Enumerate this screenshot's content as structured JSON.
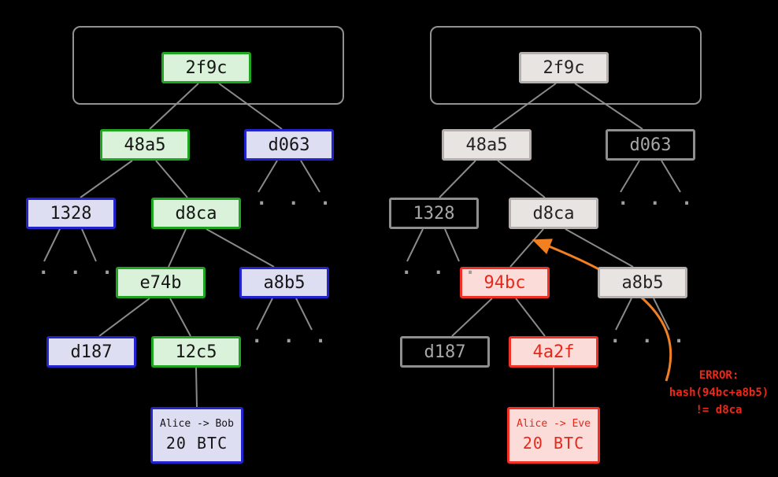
{
  "diagram": {
    "kind": "merkle-tree-comparison",
    "background": "#000000"
  },
  "colors": {
    "green_border": "#1fa51f",
    "green_fill": "#d9f2d9",
    "blue_border": "#2424cf",
    "blue_fill": "#dedef2",
    "gray_border": "#b5b0ae",
    "gray_fill": "#e8e4e2",
    "gray_outline": "#8f8f8f",
    "gray_text": "#a8a8a8",
    "red_border": "#f23126",
    "red_fill": "#fbdcd9",
    "red_text": "#e8271b",
    "edge_line": "#8a8a8a",
    "arrow": "#f28022",
    "error_text": "#ef2718",
    "root_container_border": "#919191"
  },
  "left_tree": {
    "nodes": {
      "root": "2f9c",
      "l1a": "48a5",
      "l1b": "d063",
      "l2a": "1328",
      "l2b": "d8ca",
      "l3a": "e74b",
      "l3b": "a8b5",
      "l4a": "d187",
      "l4b": "12c5"
    },
    "leaf": {
      "tx": "Alice -> Bob",
      "amount": "20 BTC"
    }
  },
  "right_tree": {
    "nodes": {
      "root": "2f9c",
      "l1a": "48a5",
      "l1b": "d063",
      "l2a": "1328",
      "l2b": "d8ca",
      "l3a": "94bc",
      "l3b": "a8b5",
      "l4a": "d187",
      "l4b": "4a2f"
    },
    "leaf": {
      "tx": "Alice -> Eve",
      "amount": "20 BTC"
    }
  },
  "error": {
    "line1": "ERROR:",
    "line2": "hash(94bc+a8b5)",
    "line3": "!= d8ca"
  },
  "misc": {
    "dot": "·"
  }
}
